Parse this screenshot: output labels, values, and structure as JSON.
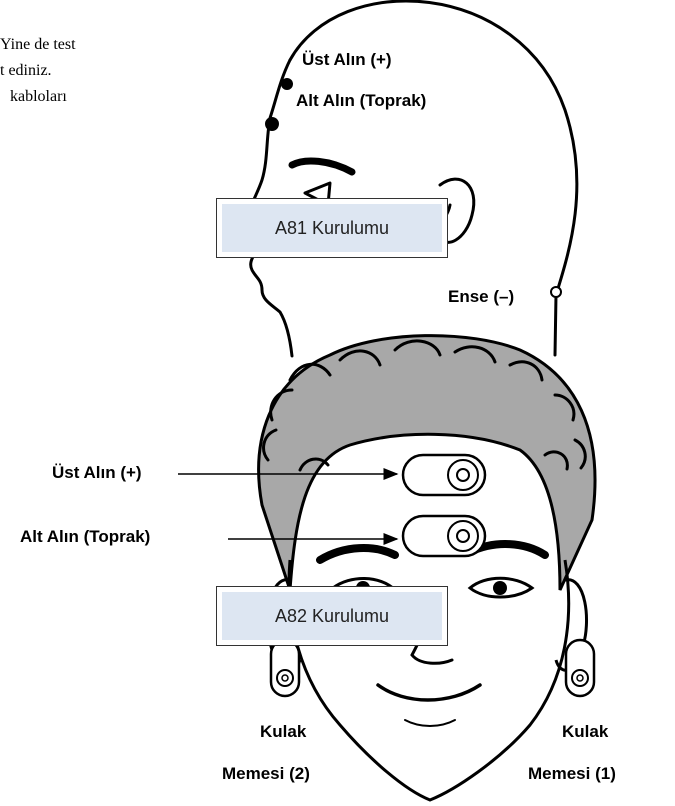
{
  "intro_fragments": [
    "Yine de test",
    "t ediniz.",
    "kabloları"
  ],
  "setup_boxes": {
    "a81": "A81 Kurulumu",
    "a82": "A82 Kurulumu"
  },
  "side_labels": {
    "upper_forehead": "Üst Alın (+)",
    "lower_forehead": "Alt Alın (Toprak)",
    "nape": "Ense (–)"
  },
  "front_labels": {
    "upper_forehead": "Üst Alın (+)",
    "lower_forehead": "Alt Alın (Toprak)",
    "earlobe_left_line1": "Kulak",
    "earlobe_left_line2": "Memesi (2)",
    "earlobe_right_line1": "Kulak",
    "earlobe_right_line2": "Memesi (1)"
  },
  "colors": {
    "hair": "#a8a8a8",
    "box_fill": "#dde6f2",
    "line": "#000000"
  }
}
